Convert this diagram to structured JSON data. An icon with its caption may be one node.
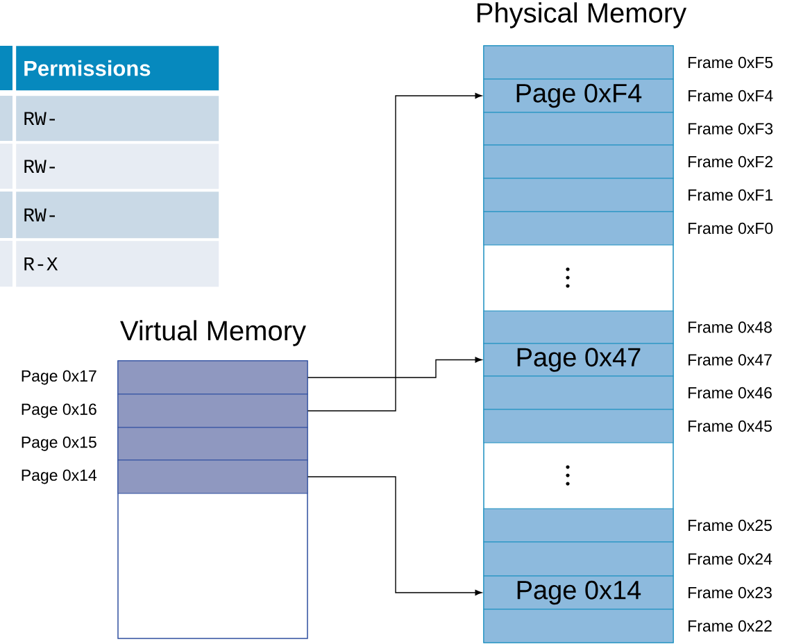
{
  "diagram": {
    "nodes": [
      {
        "text": [
          "Virtual Memory"
        ]
      },
      {
        "text": [],
        "shape": "box",
        "in": 0,
        "beside": [
          "Page 0x17"
        ]
      },
      {
        "text": [],
        "shape": "box",
        "in": 0,
        "beside": [
          "Page 0x16"
        ]
      },
      {
        "text": [],
        "shape": "box",
        "in": 0,
        "beside": [
          "Page 0x15"
        ]
      },
      {
        "text": [],
        "shape": "box",
        "in": 0,
        "beside": [
          "Page 0x14"
        ]
      },
      {
        "text": [
          "Physical Memory"
        ]
      },
      {
        "text": [],
        "shape": "box",
        "in": 5,
        "beside": [
          "Frame 0xF5"
        ]
      },
      {
        "text": [
          "Page 0xF4"
        ],
        "in": 5,
        "beside": [
          "Frame 0xF4"
        ]
      },
      {
        "text": [],
        "shape": "box",
        "in": 5,
        "beside": [
          "Frame 0xF3"
        ]
      },
      {
        "text": [],
        "shape": "box",
        "in": 5,
        "beside": [
          "Frame 0xF2"
        ]
      },
      {
        "text": [],
        "shape": "box",
        "in": 5,
        "beside": [
          "Frame 0xF1"
        ]
      },
      {
        "text": [],
        "shape": "box",
        "in": 5,
        "beside": [
          "Frame 0xF0"
        ]
      },
      {
        "text": [],
        "shape": "box",
        "in": 5,
        "beside": [
          "Frame 0x48"
        ]
      },
      {
        "text": [
          "Page 0x47"
        ],
        "in": 5,
        "beside": [
          "Frame 0x47"
        ]
      },
      {
        "text": [],
        "shape": "box",
        "in": 5,
        "beside": [
          "Frame 0x46"
        ]
      },
      {
        "text": [],
        "shape": "box",
        "in": 5,
        "beside": [
          "Frame 0x45"
        ]
      },
      {
        "text": [],
        "shape": "box",
        "in": 5,
        "beside": [
          "Frame 0x25"
        ]
      },
      {
        "text": [],
        "shape": "box",
        "in": 5,
        "beside": [
          "Frame 0x24"
        ]
      },
      {
        "text": [
          "Page 0x14"
        ],
        "in": 5,
        "beside": [
          "Frame 0x23"
        ]
      },
      {
        "text": [],
        "shape": "box",
        "in": 5,
        "beside": [
          "Frame 0x22"
        ]
      }
    ],
    "edges": [
      {
        "from": 1,
        "to": 13,
        "arrow": "to"
      },
      {
        "from": 2,
        "to": 7,
        "arrow": "to"
      },
      {
        "from": 4,
        "to": 18,
        "arrow": "to"
      }
    ],
    "labels": [
      "Permissions",
      "RW-",
      "RW-",
      "RW-",
      "R-X"
    ]
  }
}
